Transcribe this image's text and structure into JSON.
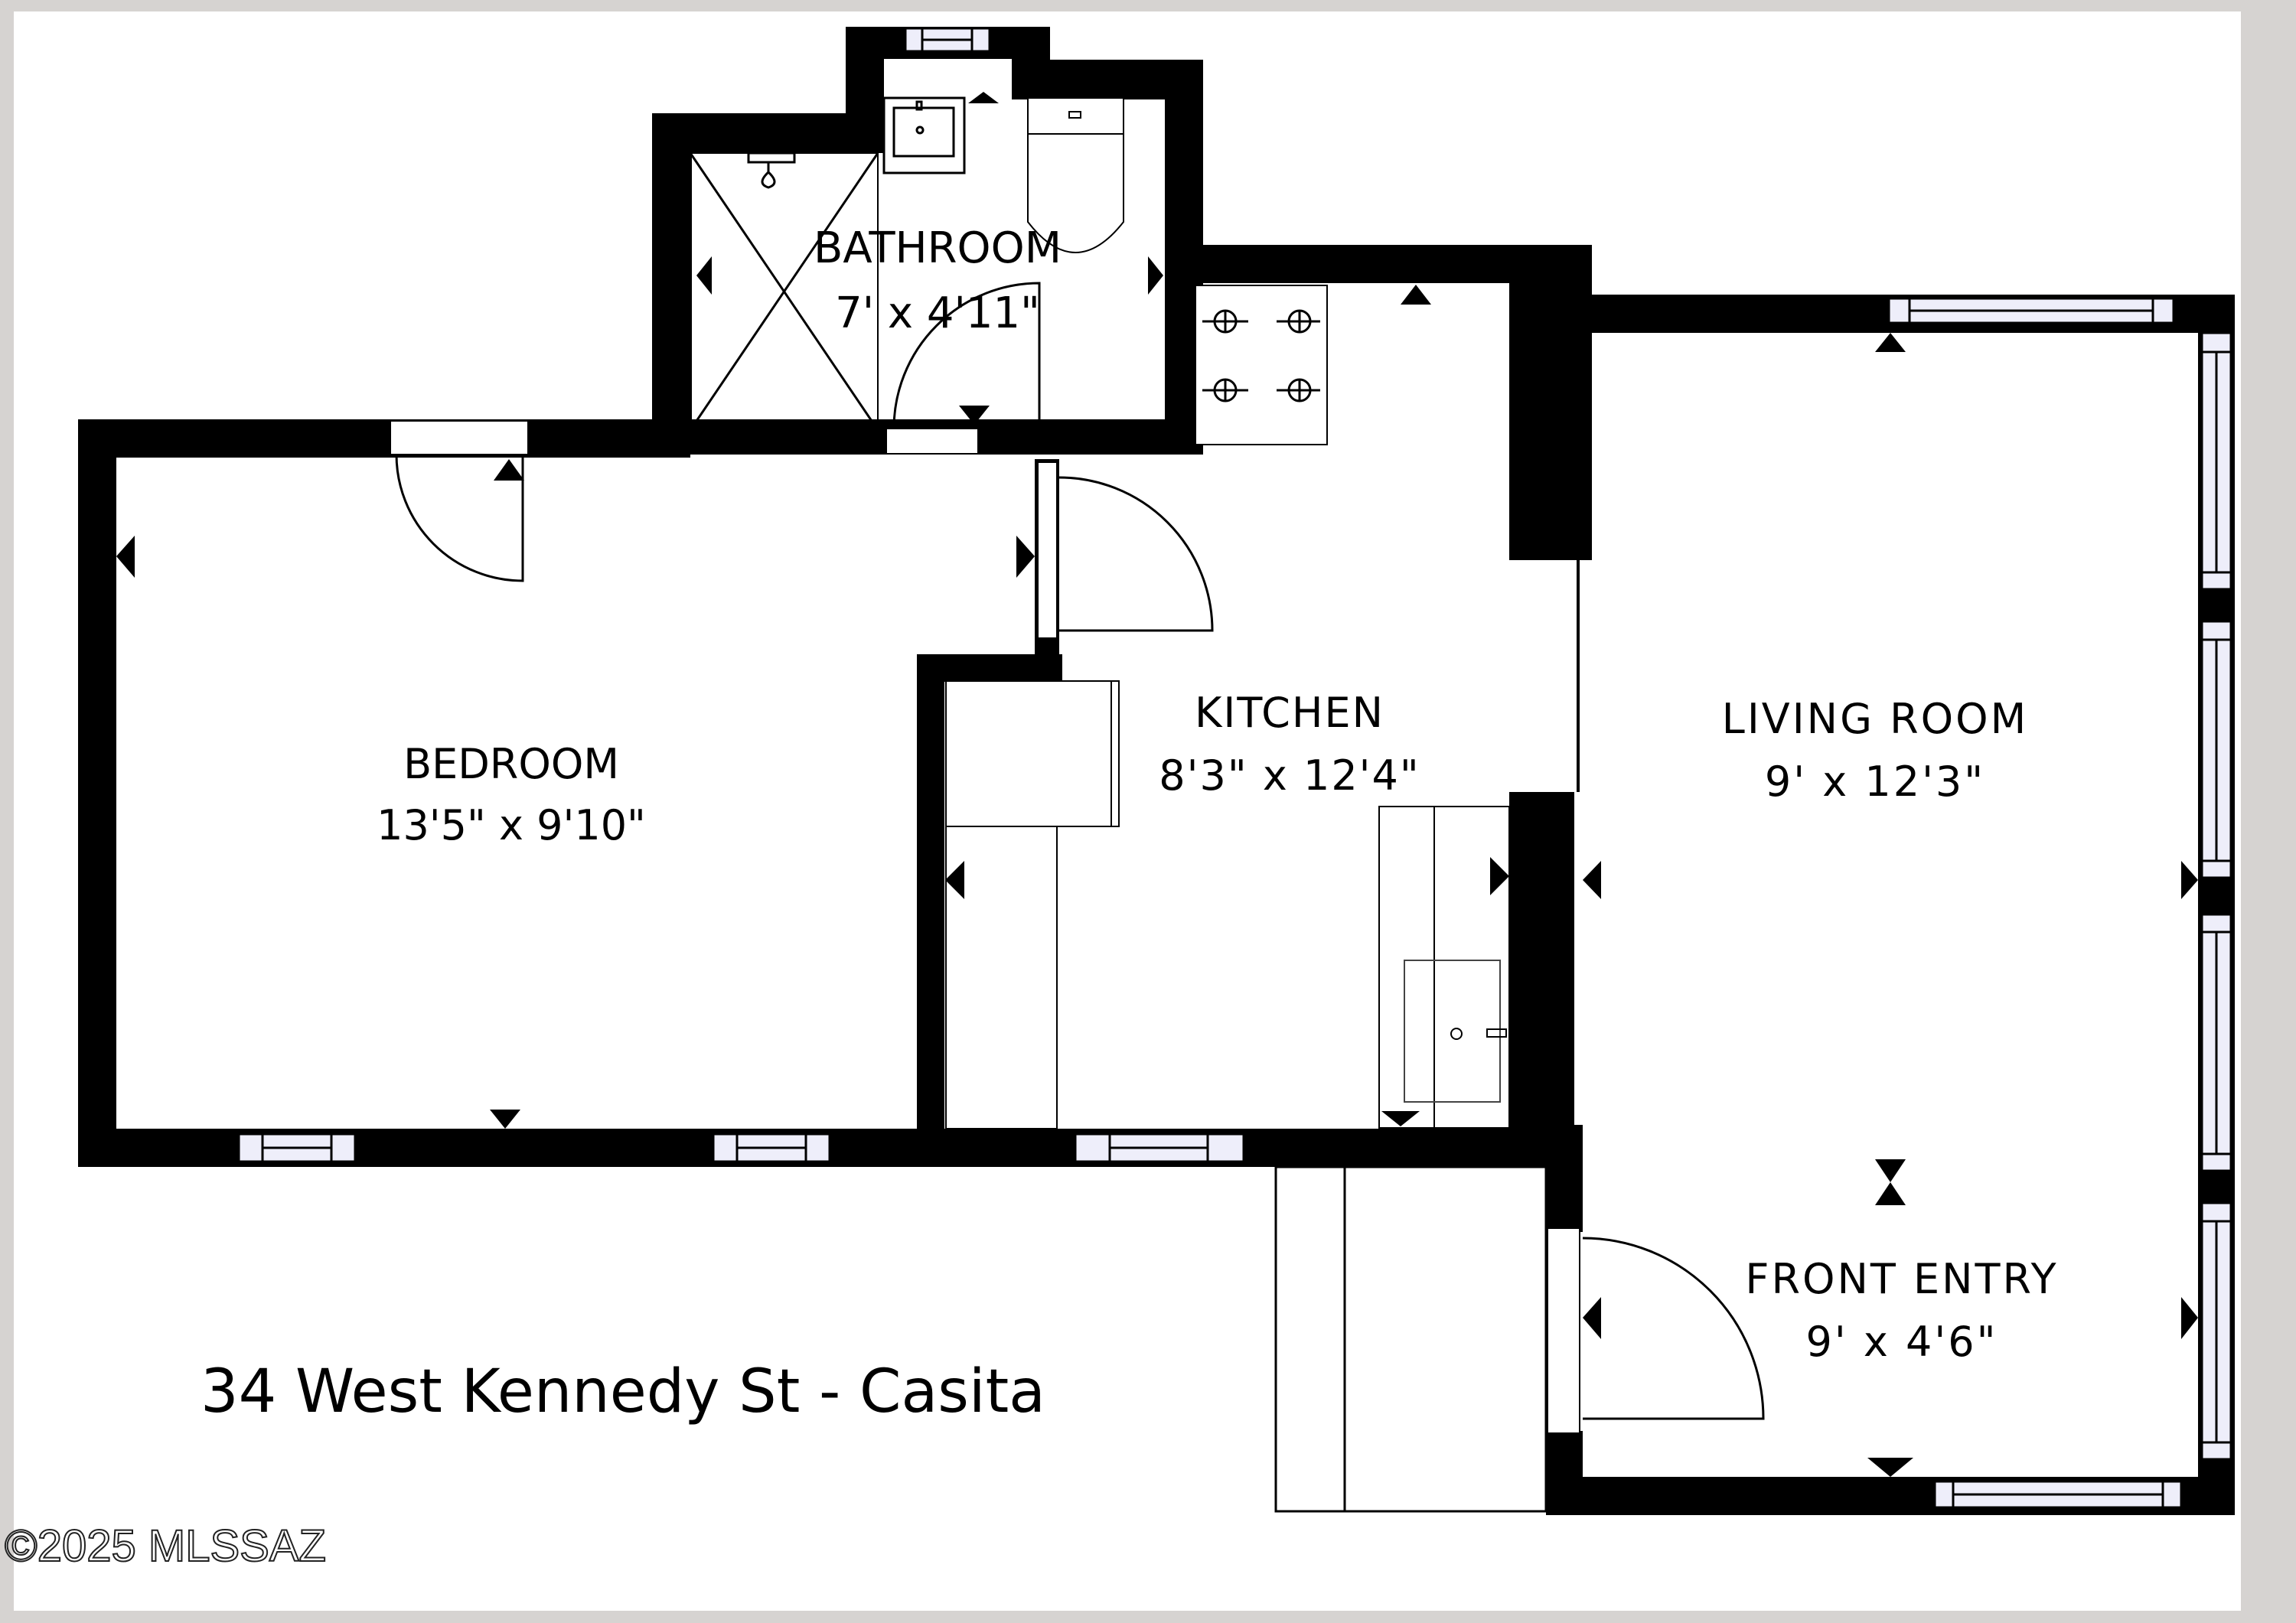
{
  "plan": {
    "title": "34 West Kennedy St - Casita",
    "copyright": "©2025 MLSSAZ",
    "colors": {
      "background_frame": "#d6d3d1",
      "paper": "#ffffff",
      "wall": "#000000",
      "window_glass": "#eeeefa",
      "fixture_line": "#000000"
    }
  },
  "rooms": [
    {
      "name": "BEDROOM",
      "dimensions": "13'5\" x 9'10\""
    },
    {
      "name": "BATHROOM",
      "dimensions": "7' x 4'11\""
    },
    {
      "name": "KITCHEN",
      "dimensions": "8'3\" x 12'4\""
    },
    {
      "name": "LIVING ROOM",
      "dimensions": "9' x 12'3\""
    },
    {
      "name": "FRONT ENTRY",
      "dimensions": "9' x 4'6\""
    }
  ],
  "fixtures": {
    "bathroom": [
      "shower-icon",
      "sink-icon",
      "toilet-icon"
    ],
    "kitchen": [
      "stove-icon",
      "sink-icon",
      "refrigerator-icon"
    ],
    "exterior": [
      "porch-steps"
    ]
  }
}
